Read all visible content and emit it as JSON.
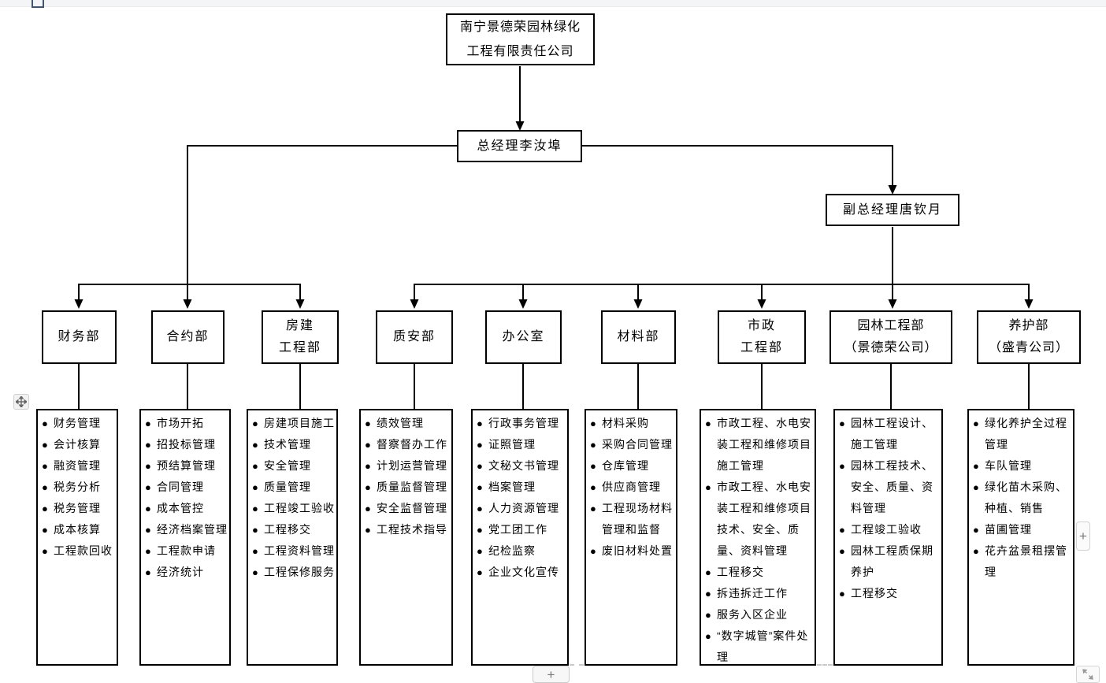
{
  "page": {
    "bullet": "●"
  },
  "root": {
    "title": "南宁景德荣园林绿化\n工程有限责任公司"
  },
  "gm": {
    "label": "总经理李汝埠"
  },
  "dgm": {
    "label": "副总经理唐钦月"
  },
  "departments": [
    {
      "name": "财务部",
      "items": [
        "财务管理",
        "会计核算",
        "融资管理",
        "税务分析",
        "税务管理",
        "成本核算",
        "工程款回收"
      ]
    },
    {
      "name": "合约部",
      "items": [
        "市场开拓",
        "招投标管理",
        "预结算管理",
        "合同管理",
        "成本管控",
        "经济档案管理",
        "工程款申请",
        "经济统计"
      ]
    },
    {
      "name": "房建\n工程部",
      "items": [
        "房建项目施工",
        "技术管理",
        "安全管理",
        "质量管理",
        "工程竣工验收",
        "工程移交",
        "工程资料管理",
        "工程保修服务"
      ]
    },
    {
      "name": "质安部",
      "items": [
        "绩效管理",
        "督察督办工作",
        "计划运营管理",
        "质量监督管理",
        "安全监督管理",
        "工程技术指导"
      ]
    },
    {
      "name": "办公室",
      "items": [
        "行政事务管理",
        "证照管理",
        "文秘文书管理",
        "档案管理",
        "人力资源管理",
        "党工团工作",
        "纪检监察",
        "企业文化宣传"
      ]
    },
    {
      "name": "材料部",
      "items": [
        "材料采购",
        "采购合同管理",
        "仓库管理",
        "供应商管理",
        "工程现场材料管理和监督",
        "废旧材料处置"
      ]
    },
    {
      "name": "市政\n工程部",
      "items": [
        "市政工程、水电安装工程和维修项目施工管理",
        "市政工程、水电安装工程和维修项目技术、安全、质量、资料管理",
        "工程移交",
        "拆违拆迁工作",
        "服务入区企业",
        "“数字城管”案件处理"
      ]
    },
    {
      "name": "园林工程部\n（景德荣公司）",
      "items": [
        "园林工程设计、施工管理",
        "园林工程技术、安全、质量、资料管理",
        "工程竣工验收",
        "园林工程质保期养护",
        "工程移交"
      ]
    },
    {
      "name": "养护部\n（盛青公司）",
      "items": [
        "绿化养护全过程管理",
        "车队管理",
        "绿化苗木采购、种植、销售",
        "苗圃管理",
        "花卉盆景租摆管理"
      ]
    }
  ],
  "controls": {
    "add_row_label": "+",
    "add_side_label": "+"
  }
}
